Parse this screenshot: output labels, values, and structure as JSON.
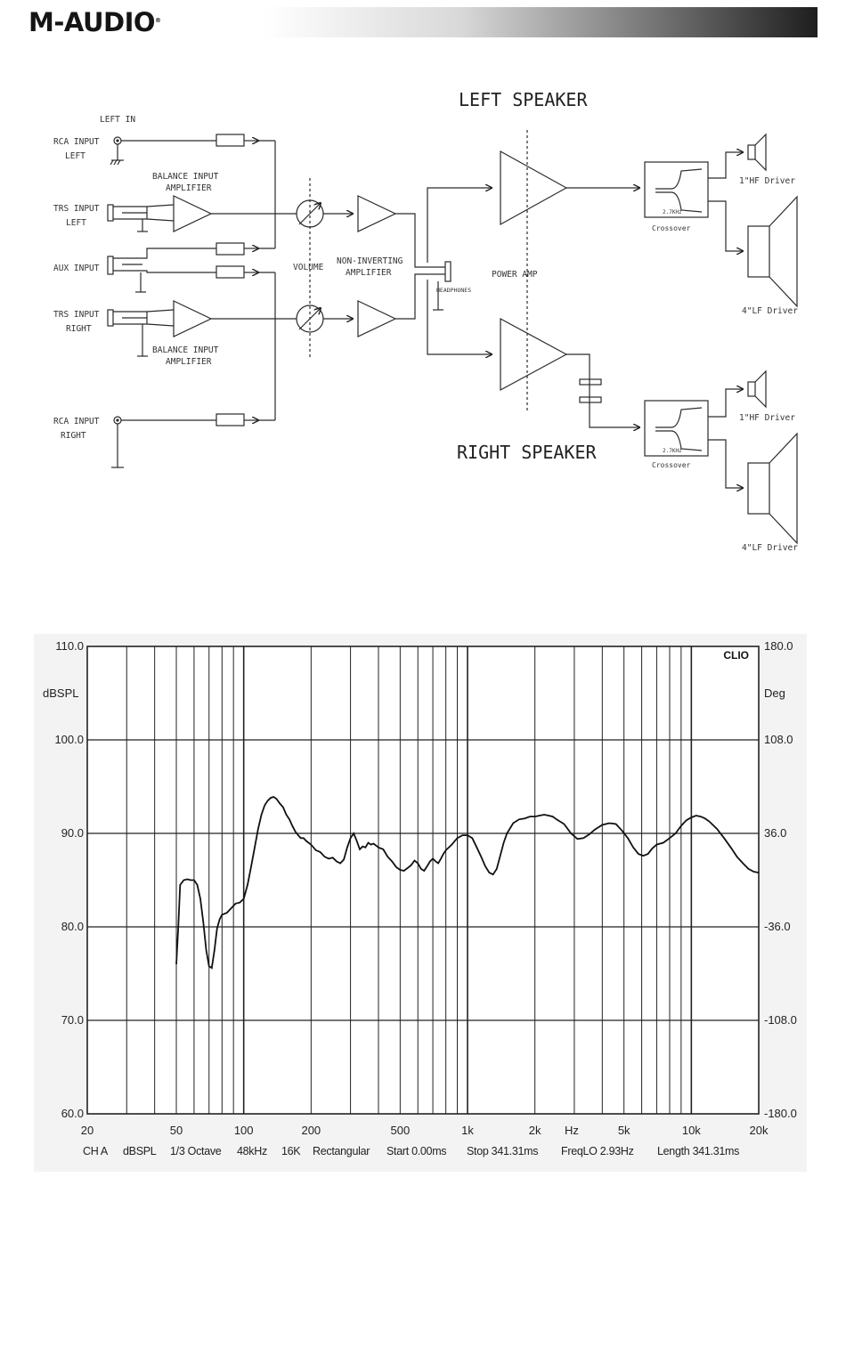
{
  "header": {
    "logo_text": "M-AUDIO",
    "registered_mark": "®"
  },
  "schematic": {
    "left_speaker": "LEFT SPEAKER",
    "right_speaker": "RIGHT SPEAKER",
    "left_in": "LEFT IN",
    "rca_left": [
      "RCA INPUT",
      "LEFT"
    ],
    "trs_left": [
      "TRS INPUT",
      "LEFT"
    ],
    "aux": "AUX INPUT",
    "trs_right": [
      "TRS INPUT",
      "RIGHT"
    ],
    "rca_right": [
      "RCA INPUT",
      "RIGHT"
    ],
    "balance_amp_top": [
      "BALANCE INPUT",
      "AMPLIFIER"
    ],
    "balance_amp_bottom": [
      "BALANCE INPUT",
      "AMPLIFIER"
    ],
    "volume": "VOLUME",
    "non_inverting": [
      "NON-INVERTING",
      "AMPLIFIER"
    ],
    "power_amp": "POWER AMP",
    "headphones": "HEADPHONES",
    "crossover_freq": "2.7KHz",
    "crossover": "Crossover",
    "hf_driver": "1\"HF Driver",
    "lf_driver": "4\"LF Driver"
  },
  "chart_data": {
    "type": "line",
    "brand": "CLIO",
    "xscale": "log",
    "xlim": [
      20,
      20000
    ],
    "ylim": [
      60,
      110
    ],
    "ylabel": "dBSPL",
    "y2label": "Deg",
    "y2lim": [
      -180,
      180
    ],
    "x_ticks": [
      "20",
      "50",
      "100",
      "200",
      "500",
      "1k",
      "2k",
      "5k",
      "10k",
      "20k"
    ],
    "x_unit_label": "Hz",
    "y_ticks": [
      "60.0",
      "70.0",
      "80.0",
      "90.0",
      "100.0",
      "110.0"
    ],
    "y2_ticks": [
      "-180.0",
      "-108.0",
      "-36.0",
      "36.0",
      "108.0",
      "180.0"
    ],
    "footer": [
      "CH A",
      "dBSPL",
      "1/3 Octave",
      "48kHz",
      "16K",
      "Rectangular",
      "Start 0.00ms",
      "Stop 341.31ms",
      "FreqLO 2.93Hz",
      "Length 341.31ms"
    ],
    "series": [
      {
        "x": [
          50,
          51,
          52,
          54,
          56,
          58,
          60,
          62,
          64,
          66,
          68,
          70,
          72,
          74,
          76,
          78,
          80,
          84,
          88,
          92,
          96,
          100,
          104,
          108,
          112,
          116,
          120,
          124,
          128,
          132,
          136,
          140,
          145,
          150,
          155,
          160,
          165,
          170,
          175,
          180,
          185,
          190,
          200,
          210,
          220,
          230,
          240,
          250,
          260,
          270,
          280,
          290,
          300,
          310,
          320,
          330,
          340,
          350,
          360,
          370,
          380,
          390,
          400,
          420,
          440,
          460,
          480,
          500,
          520,
          540,
          560,
          580,
          600,
          620,
          640,
          660,
          680,
          700,
          720,
          740,
          760,
          780,
          800,
          850,
          900,
          950,
          1000,
          1050,
          1100,
          1150,
          1200,
          1250,
          1300,
          1350,
          1400,
          1450,
          1500,
          1600,
          1700,
          1800,
          1900,
          2000,
          2100,
          2200,
          2300,
          2400,
          2500,
          2700,
          2900,
          3100,
          3300,
          3500,
          3700,
          4000,
          4300,
          4600,
          4900,
          5200,
          5500,
          5800,
          6100,
          6400,
          6700,
          7000,
          7500,
          8000,
          8500,
          9000,
          9500,
          10000,
          10500,
          11000,
          11500,
          12000,
          13000,
          14000,
          15000,
          16000,
          17000,
          18000,
          19000,
          20000
        ],
        "values": [
          76.0,
          80.0,
          84.5,
          85.0,
          85.1,
          85.0,
          85.0,
          84.5,
          83.0,
          80.5,
          77.5,
          75.8,
          75.6,
          77.5,
          79.8,
          80.8,
          81.3,
          81.5,
          82.0,
          82.5,
          82.6,
          83.0,
          84.5,
          86.5,
          88.5,
          90.5,
          92.0,
          93.0,
          93.5,
          93.8,
          93.9,
          93.7,
          93.2,
          92.8,
          92.0,
          91.5,
          90.8,
          90.2,
          89.8,
          89.5,
          89.5,
          89.2,
          88.8,
          88.2,
          88.0,
          87.5,
          87.3,
          87.4,
          87.0,
          86.8,
          87.2,
          88.5,
          89.5,
          90.0,
          89.2,
          88.3,
          88.6,
          88.5,
          89.0,
          88.8,
          88.9,
          88.7,
          88.5,
          88.3,
          87.5,
          87.0,
          86.4,
          86.1,
          86.0,
          86.3,
          86.6,
          87.1,
          86.8,
          86.2,
          86.0,
          86.5,
          87.0,
          87.3,
          87.0,
          86.8,
          87.3,
          87.8,
          88.2,
          88.8,
          89.5,
          89.8,
          89.8,
          89.5,
          88.5,
          87.5,
          86.5,
          85.8,
          85.6,
          86.2,
          87.6,
          89.0,
          90.0,
          91.1,
          91.5,
          91.6,
          91.8,
          91.8,
          91.9,
          92.0,
          91.9,
          91.8,
          91.5,
          91.0,
          90.0,
          89.4,
          89.5,
          89.9,
          90.4,
          90.9,
          91.1,
          91.0,
          90.3,
          89.5,
          88.5,
          87.8,
          87.6,
          87.8,
          88.4,
          88.8,
          89.0,
          89.5,
          90.0,
          90.8,
          91.4,
          91.7,
          91.9,
          91.8,
          91.6,
          91.3,
          90.5,
          89.5,
          88.5,
          87.5,
          86.8,
          86.2,
          85.9,
          85.8
        ]
      }
    ]
  }
}
